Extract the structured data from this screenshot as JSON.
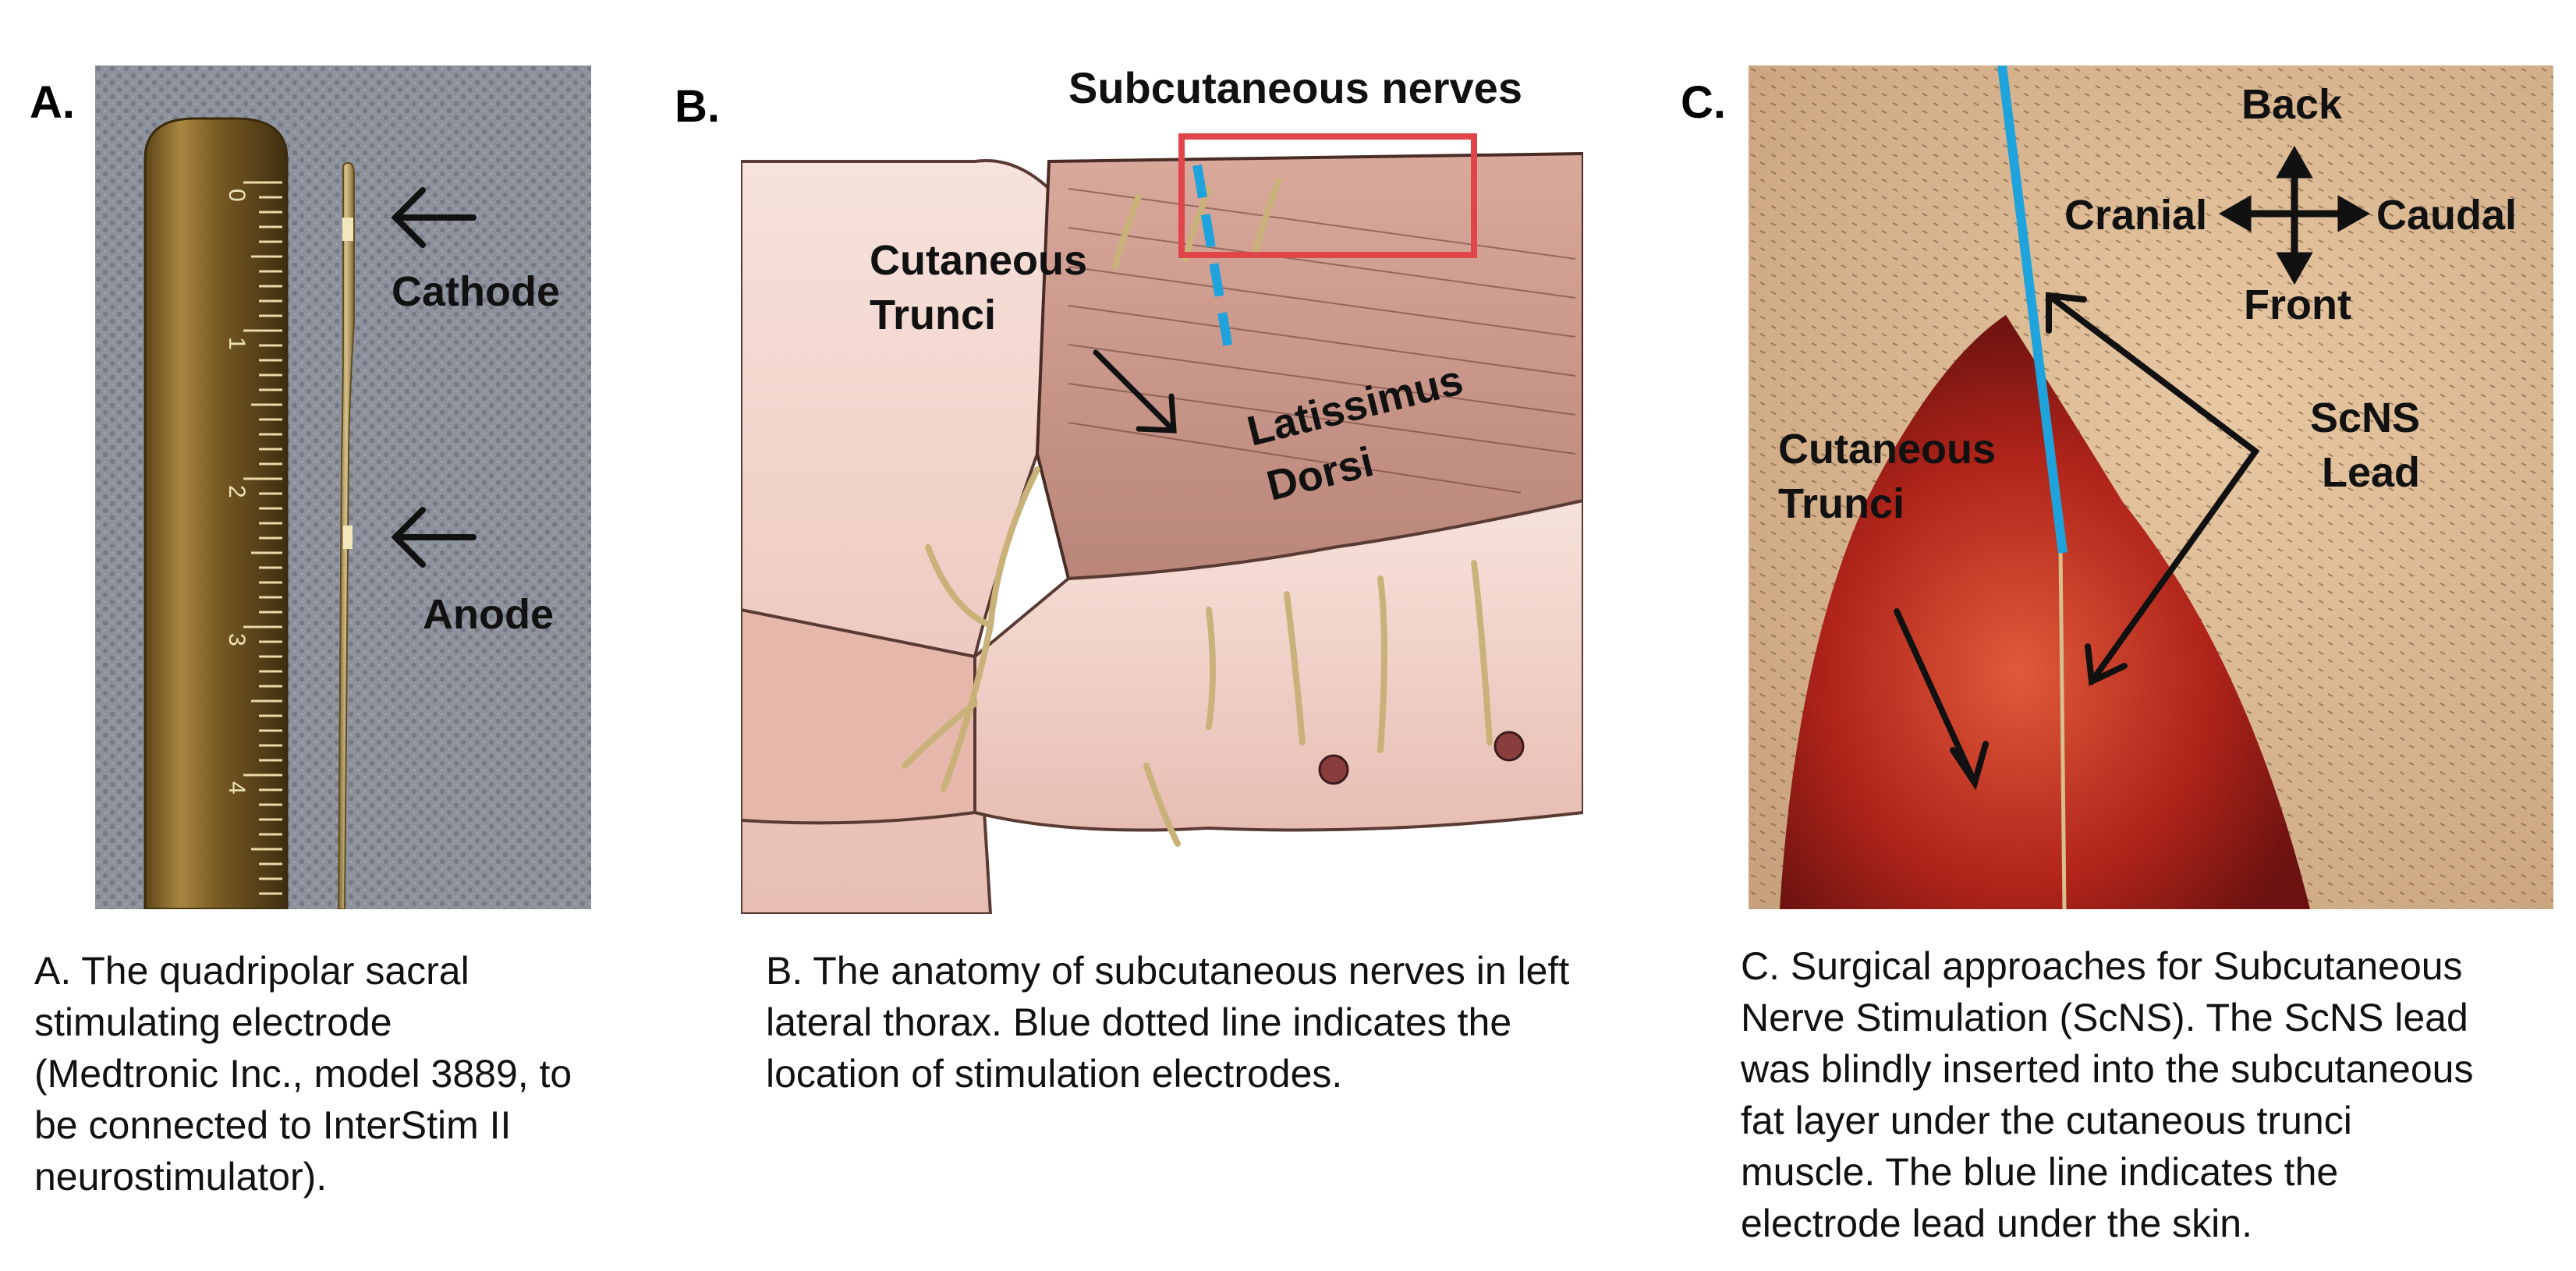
{
  "panels": {
    "a": {
      "letter": "A.",
      "labels": {
        "cathode": "Cathode",
        "anode": "Anode"
      },
      "ruler_ticks": [
        "0",
        "1",
        "2",
        "3",
        "4"
      ],
      "caption_lines": [
        "A. The quadripolar sacral",
        "stimulating electrode",
        "(Medtronic Inc., model 3889, to",
        "be connected to InterStim II",
        "neurostimulator)."
      ]
    },
    "b": {
      "letter": "B.",
      "labels": {
        "subcutaneous_nerves": "Subcutaneous nerves",
        "cutaneous_trunci_1": "Cutaneous",
        "cutaneous_trunci_2": "Trunci",
        "latissimus": "Latissimus",
        "dorsi": "Dorsi"
      },
      "caption_lines": [
        "B. The anatomy of subcutaneous nerves in left",
        "lateral thorax. Blue dotted line indicates the",
        "location of stimulation electrodes."
      ]
    },
    "c": {
      "letter": "C.",
      "labels": {
        "back": "Back",
        "front": "Front",
        "cranial": "Cranial",
        "caudal": "Caudal",
        "scns_1": "ScNS",
        "scns_2": "Lead",
        "cutaneous_trunci_1": "Cutaneous",
        "cutaneous_trunci_2": "Trunci"
      },
      "caption_lines": [
        "C. Surgical approaches for Subcutaneous",
        "Nerve Stimulation (ScNS). The ScNS lead",
        "was blindly inserted into the subcutaneous",
        "fat layer under the cutaneous trunci",
        "muscle. The blue line indicates the",
        "electrode lead under the skin."
      ]
    }
  },
  "colors": {
    "electrode_blue": "#1fa3dd",
    "highlight_red": "#e0454a",
    "gauze_gray": "#8c8f99",
    "ruler_brass": "#8a6a2e",
    "tissue_red": "#b0241a",
    "skin_pink": "#f3d7cf"
  }
}
